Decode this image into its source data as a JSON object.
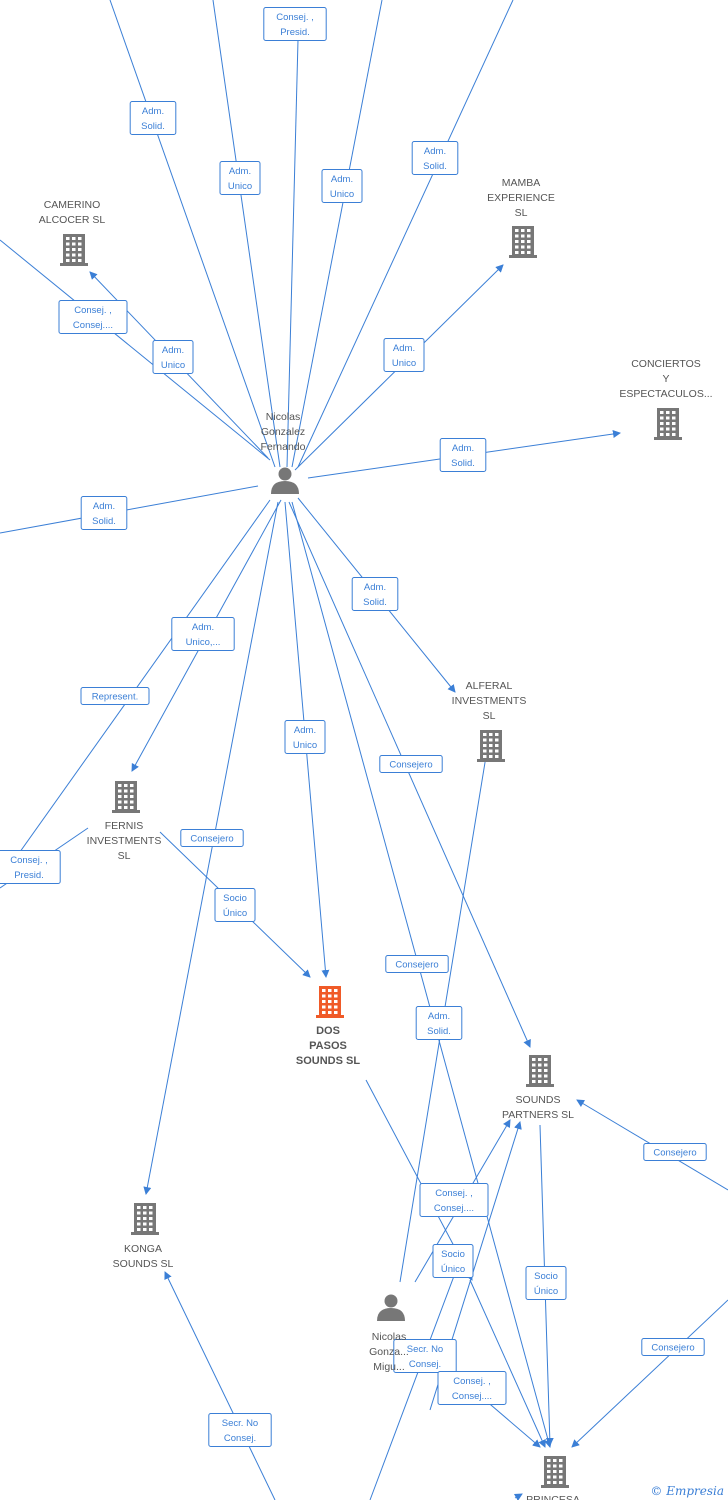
{
  "diagram": {
    "nodes": [
      {
        "id": "nicolas_fernando",
        "kind": "person",
        "lines": [
          "Nicolas",
          "Gonzalez",
          "Fernando"
        ]
      },
      {
        "id": "nicolas_miguel",
        "kind": "person",
        "lines": [
          "Nicolas",
          "Gonza...",
          "Migu..."
        ]
      },
      {
        "id": "camerino",
        "kind": "company",
        "lines": [
          "CAMERINO",
          "ALCOCER SL"
        ]
      },
      {
        "id": "mamba",
        "kind": "company",
        "lines": [
          "MAMBA",
          "EXPERIENCE",
          "SL"
        ]
      },
      {
        "id": "conciertos",
        "kind": "company",
        "lines": [
          "CONCIERTOS",
          "Y",
          "ESPECTACULOS..."
        ]
      },
      {
        "id": "alferal",
        "kind": "company",
        "lines": [
          "ALFERAL",
          "INVESTMENTS",
          "SL"
        ]
      },
      {
        "id": "fernis",
        "kind": "company",
        "lines": [
          "FERNIS",
          "INVESTMENTS",
          "SL"
        ]
      },
      {
        "id": "dos_pasos",
        "kind": "main-company",
        "lines": [
          "DOS",
          "PASOS",
          "SOUNDS  SL"
        ]
      },
      {
        "id": "sounds_partners",
        "kind": "company",
        "lines": [
          "SOUNDS",
          "PARTNERS  SL"
        ]
      },
      {
        "id": "konga",
        "kind": "company",
        "lines": [
          "KONGA",
          "SOUNDS  SL"
        ]
      },
      {
        "id": "princesa",
        "kind": "company",
        "lines": [
          "PRINCESA"
        ]
      }
    ],
    "edge_labels": [
      {
        "id": "l1",
        "lines": [
          "Consej. ,",
          "Presid."
        ]
      },
      {
        "id": "l2",
        "lines": [
          "Adm.",
          "Solid."
        ]
      },
      {
        "id": "l3",
        "lines": [
          "Adm.",
          "Unico"
        ]
      },
      {
        "id": "l4",
        "lines": [
          "Adm.",
          "Unico"
        ]
      },
      {
        "id": "l5",
        "lines": [
          "Adm.",
          "Solid."
        ]
      },
      {
        "id": "l6",
        "lines": [
          "Consej. ,",
          "Consej...."
        ]
      },
      {
        "id": "l7",
        "lines": [
          "Adm.",
          "Unico"
        ]
      },
      {
        "id": "l8",
        "lines": [
          "Adm.",
          "Unico"
        ]
      },
      {
        "id": "l9",
        "lines": [
          "Adm.",
          "Solid."
        ]
      },
      {
        "id": "l10",
        "lines": [
          "Adm.",
          "Solid."
        ]
      },
      {
        "id": "l11",
        "lines": [
          "Adm.",
          "Solid."
        ]
      },
      {
        "id": "l12",
        "lines": [
          "Adm.",
          "Unico,..."
        ]
      },
      {
        "id": "l13",
        "lines": [
          "Represent."
        ]
      },
      {
        "id": "l14",
        "lines": [
          "Adm.",
          "Unico"
        ]
      },
      {
        "id": "l15",
        "lines": [
          "Consejero"
        ]
      },
      {
        "id": "l16",
        "lines": [
          "Consej. ,",
          "Presid."
        ]
      },
      {
        "id": "l17",
        "lines": [
          "Consejero"
        ]
      },
      {
        "id": "l18",
        "lines": [
          "Socio",
          "Único"
        ]
      },
      {
        "id": "l19",
        "lines": [
          "Consejero"
        ]
      },
      {
        "id": "l20",
        "lines": [
          "Adm.",
          "Solid."
        ]
      },
      {
        "id": "l21",
        "lines": [
          "Consejero"
        ]
      },
      {
        "id": "l22",
        "lines": [
          "Consej. ,",
          "Consej...."
        ]
      },
      {
        "id": "l23",
        "lines": [
          "Socio",
          "Único"
        ]
      },
      {
        "id": "l24",
        "lines": [
          "Socio",
          "Único"
        ]
      },
      {
        "id": "l25",
        "lines": [
          "Consejero"
        ]
      },
      {
        "id": "l26",
        "lines": [
          "Secr.  No",
          "Consej."
        ]
      },
      {
        "id": "l27",
        "lines": [
          "Consej. ,",
          "Consej...."
        ]
      },
      {
        "id": "l28",
        "lines": [
          "Secr.  No",
          "Consej."
        ]
      }
    ],
    "colors": {
      "edge": "#3b7fd6",
      "company_icon": "#777777",
      "main_company_icon": "#f05a28",
      "person_icon": "#777777"
    }
  },
  "footer": {
    "copyright_symbol": "©",
    "brand": "Empresia"
  }
}
